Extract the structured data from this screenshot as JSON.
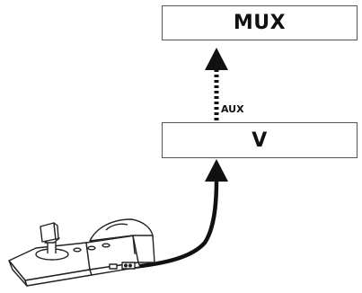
{
  "diagram": {
    "boxes": {
      "mux": {
        "label": "MUX"
      },
      "v": {
        "label": "V"
      }
    },
    "connections": [
      {
        "from": "v",
        "to": "mux",
        "label": "AUX",
        "style": "dotted"
      },
      {
        "from": "keyboard",
        "to": "v",
        "label": "",
        "style": "solid"
      }
    ]
  },
  "colors": {
    "line": "#111111",
    "border": "#555555",
    "device_fill": "#ffffff"
  },
  "icons": [
    "control-keyboard-joystick-icon",
    "arrow-up-icon"
  ]
}
